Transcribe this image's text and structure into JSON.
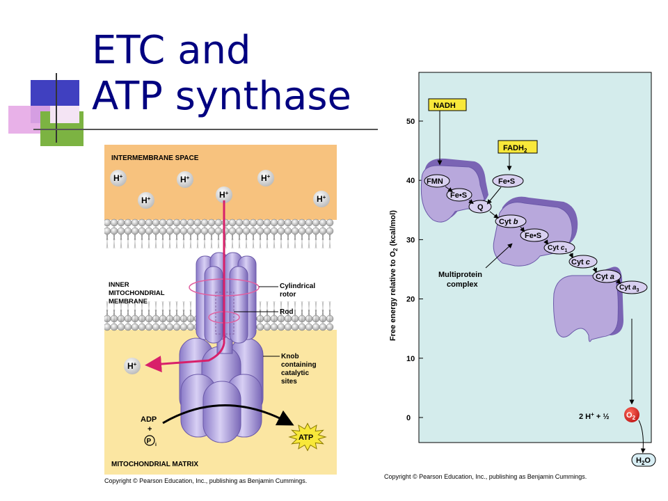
{
  "slide": {
    "title_line1": "ETC and",
    "title_line2": "ATP synthase",
    "colors": {
      "title": "#000080",
      "accent_blue": "#3a3ab8",
      "accent_green": "#7cb342",
      "accent_pink": "#e8a8e8"
    }
  },
  "left_figure": {
    "intermembrane_label": "INTERMEMBRANE SPACE",
    "membrane_label_lines": [
      "INNER",
      "MITOCHONDRIAL",
      "MEMBRANE"
    ],
    "matrix_label": "MITOCHONDRIAL MATRIX",
    "proton": "H",
    "proton_charge": "+",
    "callouts": {
      "rotor_lines": [
        "Cylindrical",
        "rotor"
      ],
      "rod": "Rod",
      "knob_lines": [
        "Knob",
        "containing",
        "catalytic",
        "sites"
      ]
    },
    "adp": "ADP",
    "plus": "+",
    "pi": "P",
    "pi_sub": "i",
    "atp": "ATP",
    "copyright": "Copyright © Pearson Education, Inc., publishing as Benjamin Cummings."
  },
  "right_figure": {
    "y_axis_label_pre": "Free energy relative to O",
    "y_axis_label_sub": "2",
    "y_axis_label_post": " (kcal/mol)",
    "y_ticks": [
      "50",
      "40",
      "30",
      "20",
      "10",
      "0"
    ],
    "nadh": "NADH",
    "fadh": "FADH",
    "fadh_sub": "2",
    "carriers": {
      "fmn": "FMN",
      "fes1": "Fe•S",
      "fes2": "Fe•S",
      "fes3": "Fe•S",
      "q": "Q",
      "cytb": "Cyt ",
      "cytb_i": "b",
      "cytc1": "Cyt ",
      "cytc1_i": "c",
      "cytc1_sub": "1",
      "cytc": "Cyt ",
      "cytc_i": "c",
      "cyta": "Cyt ",
      "cyta_i": "a",
      "cyta3": "Cyt ",
      "cyta3_i": "a",
      "cyta3_sub": "3"
    },
    "multiprotein_lines": [
      "Multiprotein",
      "complex"
    ],
    "oxygen_eq": "2 H",
    "oxygen_eq_sup": "+",
    "oxygen_eq_tail": " + ½",
    "o2": "O",
    "o2_sub": "2",
    "water": "H",
    "water_sub": "2",
    "water_tail": "O",
    "copyright": "Copyright © Pearson Education, Inc., publishing as Benjamin Cummings."
  }
}
